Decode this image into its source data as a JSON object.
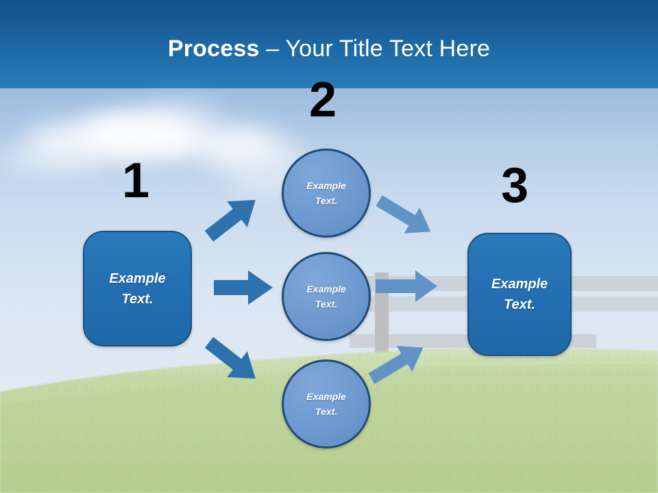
{
  "slide": {
    "title_bold": "Process",
    "title_separator": " – ",
    "title_rest": "Your Title Text Here",
    "background": {
      "scene": "sky-clouds-grass-fence",
      "sky_top_color": "#14528b",
      "sky_mid_color": "#2a7cb8",
      "sky_low_color": "#cbdcef",
      "grass_color": "#b9cf95",
      "fence_color": "#c9ccce"
    },
    "palette": {
      "box_fill": "#2470b3",
      "box_border": "#1b4f7e",
      "circle_fill": "#6f9bd1",
      "circle_border": "#1f4a77",
      "arrow_dark": "#2e72ad",
      "arrow_light": "#6193c7",
      "number_color": "#000000",
      "title_color": "#ffffff"
    }
  },
  "steps": [
    {
      "number": "1",
      "label": "Example\nText."
    },
    {
      "number": "2",
      "label": ""
    },
    {
      "number": "3",
      "label": "Example\nText."
    }
  ],
  "boxes": {
    "left": {
      "line1": "Example",
      "line2": "Text."
    },
    "right": {
      "line1": "Example",
      "line2": "Text."
    }
  },
  "circles": [
    {
      "line1": "Example",
      "line2": "Text."
    },
    {
      "line1": "Example",
      "line2": "Text."
    },
    {
      "line1": "Example",
      "line2": "Text."
    }
  ],
  "arrows": [
    {
      "name": "left-to-circle-top",
      "direction": "up-right",
      "color": "#2e72ad"
    },
    {
      "name": "left-to-circle-middle",
      "direction": "right",
      "color": "#2e72ad"
    },
    {
      "name": "left-to-circle-bottom",
      "direction": "down-right",
      "color": "#2e72ad"
    },
    {
      "name": "circle-top-to-right",
      "direction": "down-right",
      "color": "#6193c7"
    },
    {
      "name": "circle-middle-to-right",
      "direction": "right",
      "color": "#6193c7"
    },
    {
      "name": "circle-bottom-to-right",
      "direction": "up-right",
      "color": "#6193c7"
    }
  ]
}
